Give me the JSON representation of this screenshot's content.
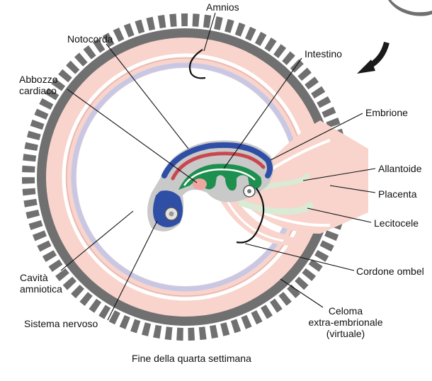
{
  "labels": {
    "amnios": "Amnios",
    "notocorda": "Notocorda",
    "intestino": "Intestino",
    "abbozzo_cardiaco": "Abbozzo\ncardiaco",
    "embrione": "Embrione",
    "allantoide": "Allantoide",
    "placenta": "Placenta",
    "lecitocele": "Lecitocele",
    "cordone_ombelicale": "Cordone ombel",
    "cavita_amniotica": "Cavità\namniotica",
    "sistema_nervoso": "Sistema nervoso",
    "celoma": "Celoma\nextra-embrionale\n(virtuale)"
  },
  "caption": "Fine della quarta settimana",
  "colors": {
    "chorion_outer": "#707070",
    "chorion_pink": "#f8d4cc",
    "amnion_lilac": "#c9c8e4",
    "embryo_gray": "#c9c9c9",
    "neural_tube": "#2f4fa6",
    "notochord_red": "#c9474f",
    "gut_green": "#1d8f4f",
    "heart_pink": "#f0a6a0",
    "yolk_stalk": "#d9ead5",
    "arrow": "#1a1a1a"
  }
}
